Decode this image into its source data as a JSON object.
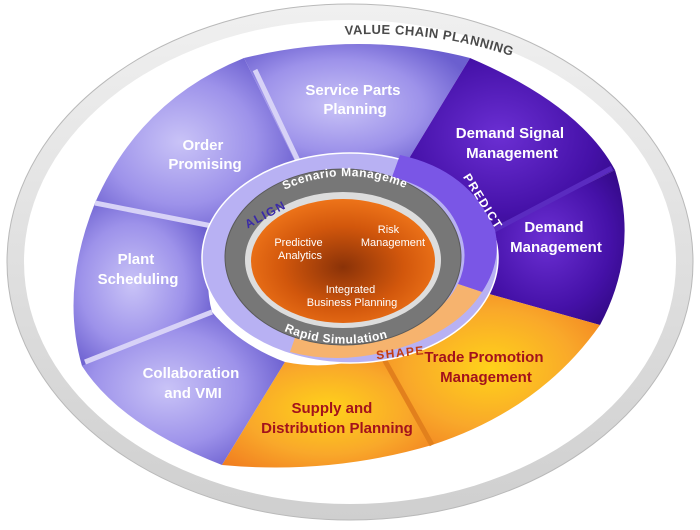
{
  "title": "VALUE CHAIN PLANNING",
  "groups": {
    "align": "ALIGN",
    "predict": "PREDICT",
    "shape": "SHAPE"
  },
  "ring": {
    "top": "Scenario Management",
    "bottom": "Rapid Simulation"
  },
  "core": {
    "predictive": [
      "Predictive",
      "Analytics"
    ],
    "risk": [
      "Risk",
      "Management"
    ],
    "integrated": [
      "Integrated",
      "Business Planning"
    ]
  },
  "segments": {
    "service_parts": [
      "Service Parts",
      "Planning"
    ],
    "order_promising": [
      "Order",
      "Promising"
    ],
    "plant_scheduling": [
      "Plant",
      "Scheduling"
    ],
    "collaboration": [
      "Collaboration",
      "and VMI"
    ],
    "demand_signal": [
      "Demand Signal",
      "Management"
    ],
    "demand_mgmt": [
      "Demand",
      "Management"
    ],
    "trade_promotion": [
      "Trade Promotion",
      "Management"
    ],
    "supply_distribution": [
      "Supply and",
      "Distribution Planning"
    ]
  },
  "colors": {
    "align": "#8c80e4",
    "predict": "#3f0c9c",
    "shape": "#f59221",
    "core": "#e0640c",
    "outer_ring": "#e0e0e0",
    "text_dark_red": "#a3121c"
  }
}
